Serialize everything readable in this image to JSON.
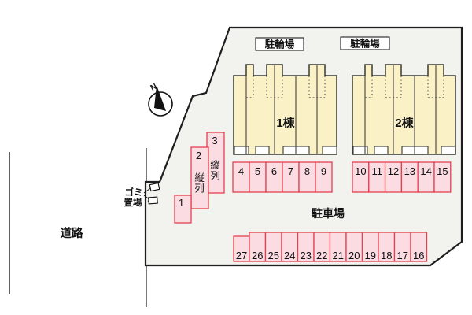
{
  "title": "site-plan",
  "road": {
    "label": "道路"
  },
  "compass": {
    "label": "N"
  },
  "garbage": {
    "line1": "ゴミ",
    "line2": "置場"
  },
  "parking_lot": {
    "label": "駐車場"
  },
  "bicycle_parking": {
    "label_1": "駐輪場",
    "label_2": "駐輪場"
  },
  "buildings": [
    {
      "label": "1棟"
    },
    {
      "label": "2棟"
    }
  ],
  "tandem": {
    "char1": "縦",
    "char2": "列"
  },
  "spaces": {
    "staggered": [
      "1",
      "2",
      "3"
    ],
    "row_a": [
      "4",
      "5",
      "6",
      "7",
      "8",
      "9"
    ],
    "row_b": [
      "10",
      "11",
      "12",
      "13",
      "14",
      "15"
    ],
    "row_bottom": [
      "27",
      "26",
      "25",
      "24",
      "23",
      "22",
      "21",
      "20",
      "19",
      "18",
      "17",
      "16"
    ]
  },
  "colors": {
    "building_fill": "#faf2c6",
    "building_stroke": "#3a3a30",
    "space_fill": "#fbdce3",
    "space_stroke": "#e2414e",
    "site_fill": "#f2f2ee",
    "site_stroke": "#1e1e1e"
  }
}
